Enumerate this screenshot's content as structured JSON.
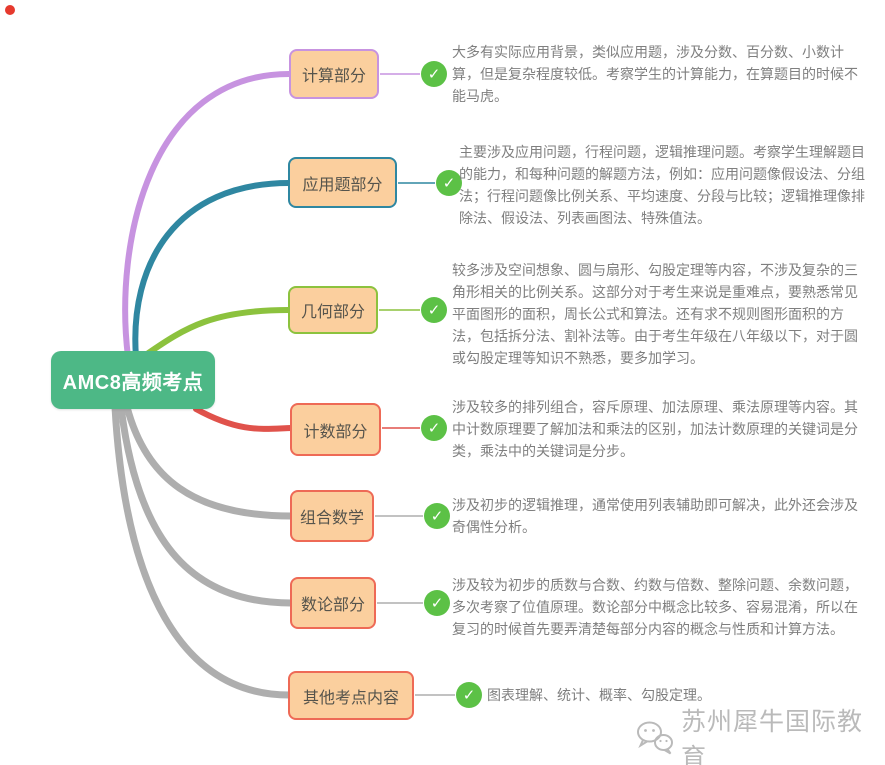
{
  "root": {
    "label": "AMC8高频考点",
    "bg_color": "#4db886",
    "text_color": "#ffffff"
  },
  "branches": [
    {
      "topic": "计算部分",
      "branch_color": "#c793e0",
      "box_border_color": "#c793e0",
      "desc": "大多有实际应用背景，类似应用题，涉及分数、百分数、小数计算，但是复杂程度较低。考察学生的计算能力，在算题目的时候不能马虎。"
    },
    {
      "topic": "应用题部分",
      "branch_color": "#2f87a1",
      "box_border_color": "#2f87a1",
      "desc": "主要涉及应用问题，行程问题，逻辑推理问题。考察学生理解题目的能力，和每种问题的解题方法，例如：应用问题像假设法、分组法；行程问题像比例关系、平均速度、分段与比较；逻辑推理像排除法、假设法、列表画图法、特殊值法。"
    },
    {
      "topic": "几何部分",
      "branch_color": "#8cc23e",
      "box_border_color": "#8cc23e",
      "desc": "较多涉及空间想象、圆与扇形、勾股定理等内容，不涉及复杂的三角形相关的比例关系。这部分对于考生来说是重难点，要熟悉常见平面图形的面积，周长公式和算法。还有求不规则图形面积的方法，包括拆分法、割补法等。由于考生年级在八年级以下，对于圆或勾股定理等知识不熟悉，要多加学习。"
    },
    {
      "topic": "计数部分",
      "branch_color": "#e0524b",
      "box_border_color": "#ee6a56",
      "desc": "涉及较多的排列组合，容斥原理、加法原理、乘法原理等内容。其中计数原理要了解加法和乘法的区别，加法计数原理的关键词是分类，乘法中的关键词是分步。"
    },
    {
      "topic": "组合数学",
      "branch_color": "#aeaeae",
      "box_border_color": "#ee6a56",
      "desc": "涉及初步的逻辑推理，通常使用列表辅助即可解决，此外还会涉及奇偶性分析。"
    },
    {
      "topic": "数论部分",
      "branch_color": "#aeaeae",
      "box_border_color": "#ee6a56",
      "desc": "涉及较为初步的质数与合数、约数与倍数、整除问题、余数问题，多次考察了位值原理。数论部分中概念比较多、容易混淆，所以在复习的时候首先要弄清楚每部分内容的概念与性质和计算方法。"
    },
    {
      "topic": "其他考点内容",
      "branch_color": "#aeaeae",
      "box_border_color": "#ee6a56",
      "desc": "图表理解、统计、概率、勾股定理。"
    }
  ],
  "node_style": {
    "box_bg": "#fbcf9e",
    "topic_text_color": "#56544c",
    "desc_text_color": "#7f7f7f",
    "check_bg": "#5cc146",
    "check_glyph": "✓"
  },
  "watermark": {
    "icon": "wechat-icon",
    "text": "苏州犀牛国际教育",
    "color": "#a9a9a9"
  },
  "corner_marker": {
    "color": "#e63a2e"
  }
}
